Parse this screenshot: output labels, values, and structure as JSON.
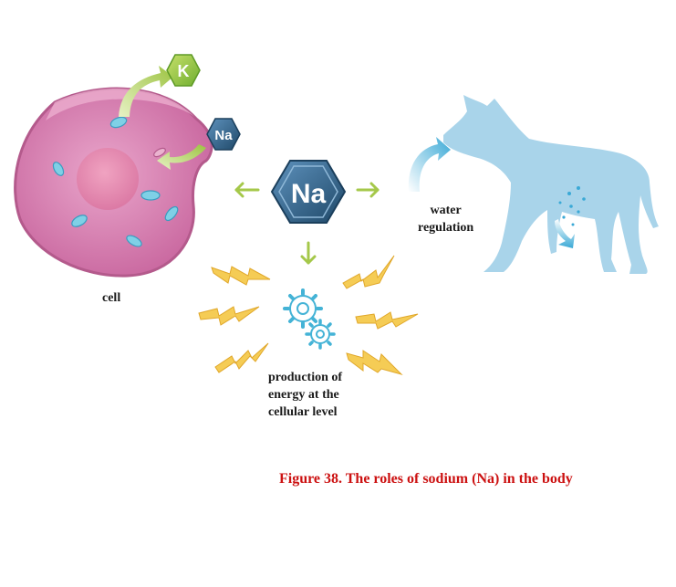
{
  "labels": {
    "cell": "cell",
    "water_line1": "water",
    "water_line2": "regulation",
    "energy_line1": "production of",
    "energy_line2": "energy at the",
    "energy_line3": "cellular level"
  },
  "symbols": {
    "potassium": "K",
    "sodium_small": "Na",
    "sodium_center": "Na"
  },
  "caption": {
    "text": "Figure 38. The roles of sodium (Na)  in the body",
    "color": "#cc1111"
  },
  "colors": {
    "cell_body": "#d985b4",
    "cell_nucleus": "#e590b3",
    "dog": "#a9d4ea",
    "arrow_green": "#a5c84a",
    "spark": "#f2c23f",
    "gear": "#4bb6d8",
    "hexagon": "#2f5e86",
    "potassium_hex": "#8cc63e"
  },
  "icons": [
    "cell-icon",
    "potassium-icon",
    "sodium-icon",
    "dog-icon",
    "gear-icon",
    "spark-icon",
    "arrow-icon",
    "water-arrow-icon"
  ]
}
